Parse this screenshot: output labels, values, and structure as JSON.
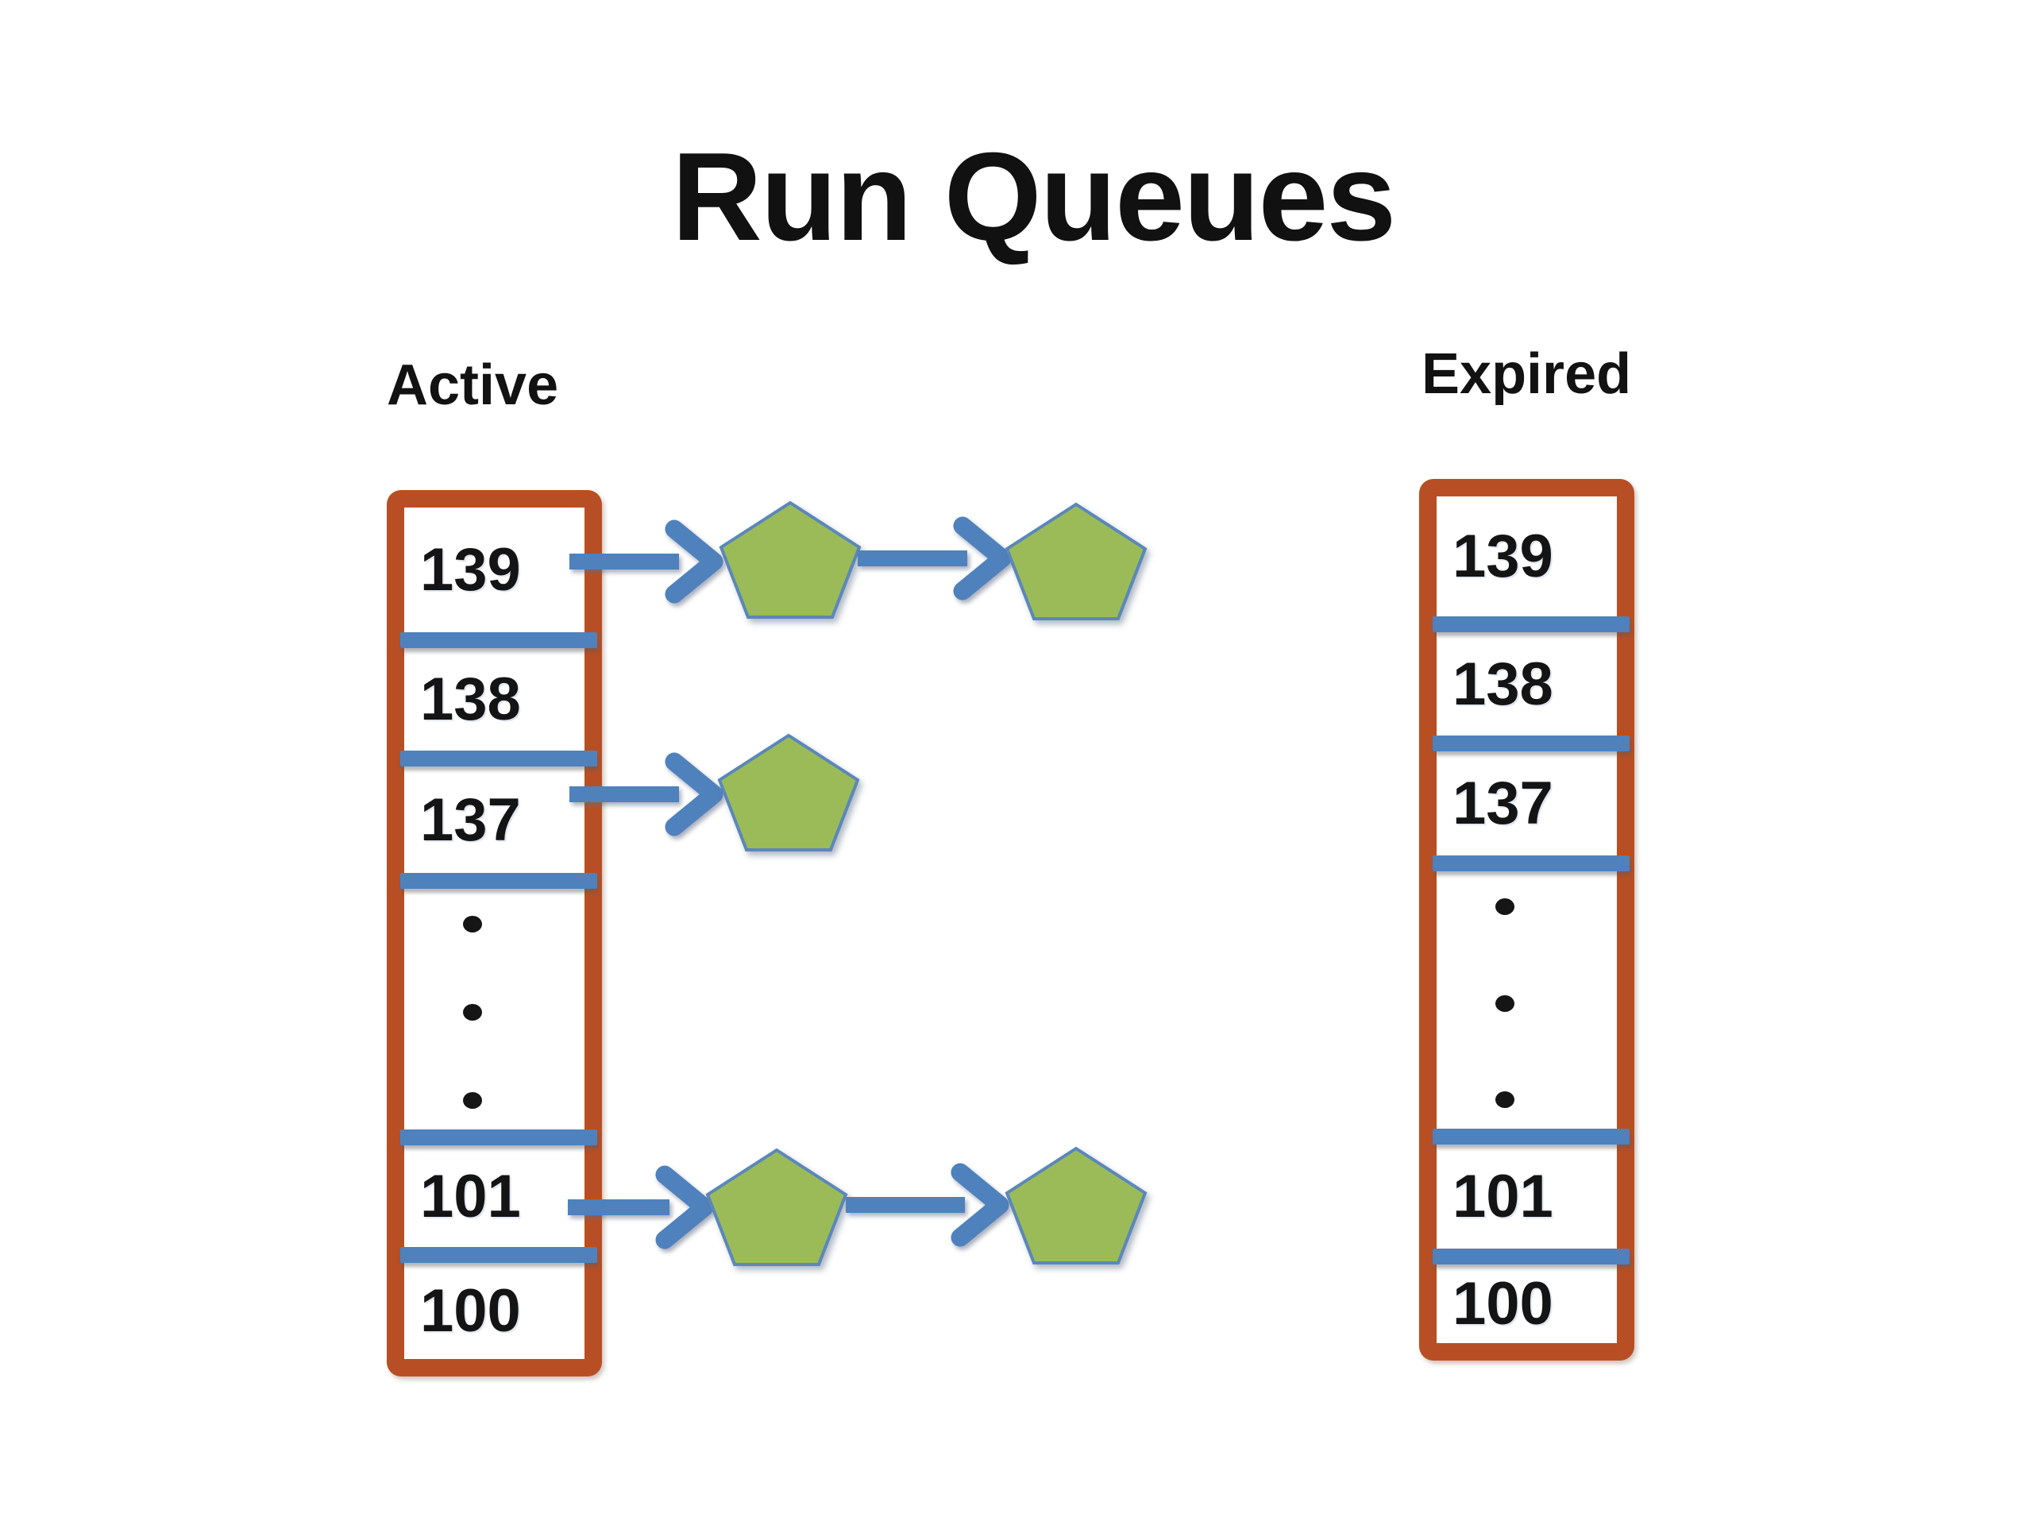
{
  "title": "Run Queues",
  "queues": [
    {
      "label": "Active",
      "rows": [
        "139",
        "138",
        "137",
        "101",
        "100"
      ],
      "ellipsis_dots": 3,
      "process_chains": [
        {
          "priority": "139",
          "process_count": 2
        },
        {
          "priority": "137",
          "process_count": 1
        },
        {
          "priority": "101",
          "process_count": 2
        }
      ]
    },
    {
      "label": "Expired",
      "rows": [
        "139",
        "138",
        "137",
        "101",
        "100"
      ],
      "ellipsis_dots": 3,
      "process_chains": []
    }
  ],
  "colors": {
    "queue_border": "#b84f24",
    "separator_bar": "#4f81bd",
    "arrow": "#4f81bd",
    "process_fill": "#9bbb59",
    "process_outline": "#5b87ba",
    "text": "#141414",
    "background": "#ffffff"
  }
}
